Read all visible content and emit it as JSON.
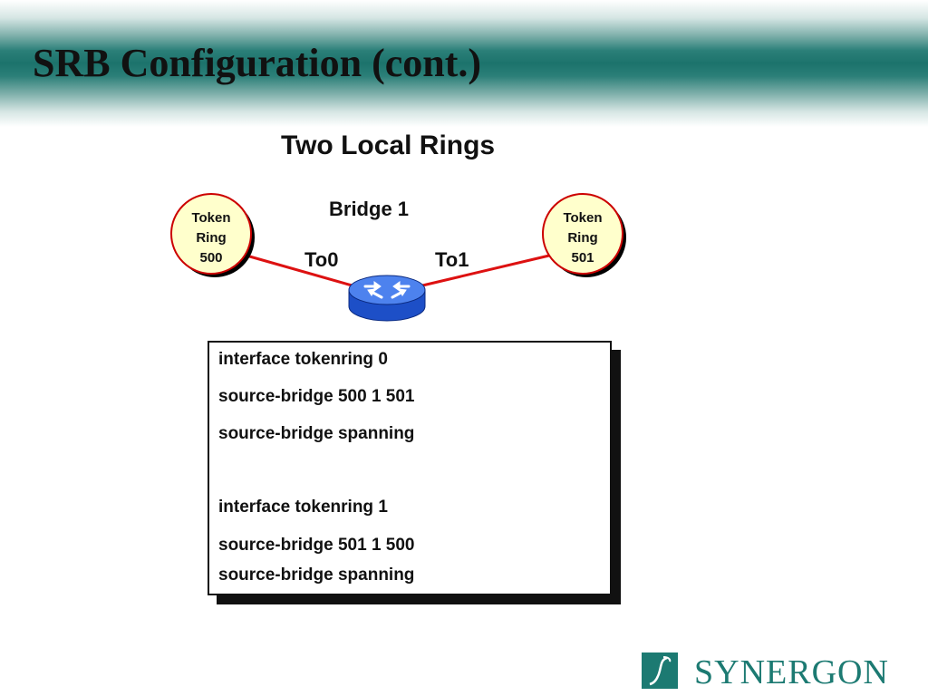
{
  "slide": {
    "title": "SRB Configuration (cont.)"
  },
  "diagram": {
    "title": "Two Local Rings",
    "bridge_label": "Bridge 1",
    "left_interface": "To0",
    "right_interface": "To1",
    "left_ring": {
      "line1": "Token",
      "line2": "Ring",
      "line3": "500"
    },
    "right_ring": {
      "line1": "Token",
      "line2": "Ring",
      "line3": "501"
    },
    "colors": {
      "ring_fill": "#ffffcc",
      "ring_border": "#cc0000",
      "link": "#dd1111",
      "router": "#3b6fe8",
      "header_teal": "#1c736c"
    },
    "router_icon": "router-icon"
  },
  "config": {
    "lines": [
      "interface tokenring 0",
      "source-bridge 500 1 501",
      "source-bridge spanning",
      "interface tokenring 1",
      "source-bridge 501 1 500",
      "source-bridge spanning"
    ]
  },
  "logo": {
    "text": "SYNERGON",
    "color": "#1c7a72"
  }
}
